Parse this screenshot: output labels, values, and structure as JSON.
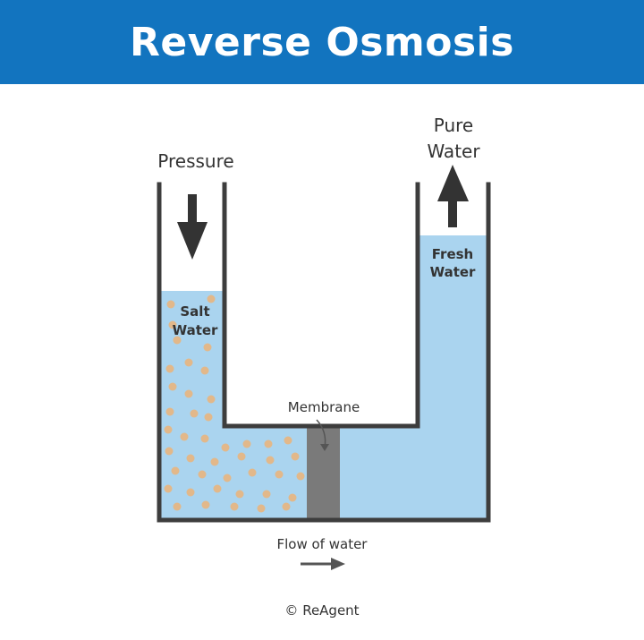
{
  "title": "Reverse Osmosis",
  "labels": {
    "pressure": "Pressure",
    "pure_water_1": "Pure",
    "pure_water_2": "Water",
    "salt_water_1": "Salt",
    "salt_water_2": "Water",
    "fresh_water_1": "Fresh",
    "fresh_water_2": "Water",
    "membrane": "Membrane",
    "flow": "Flow of water"
  },
  "credit": "© ReAgent",
  "colors": {
    "banner": "#1274bf",
    "water": "#aad4ef",
    "salt_particles": "#e2b88a",
    "membrane": "#7a7a7a",
    "walls": "#3d3d3d"
  }
}
